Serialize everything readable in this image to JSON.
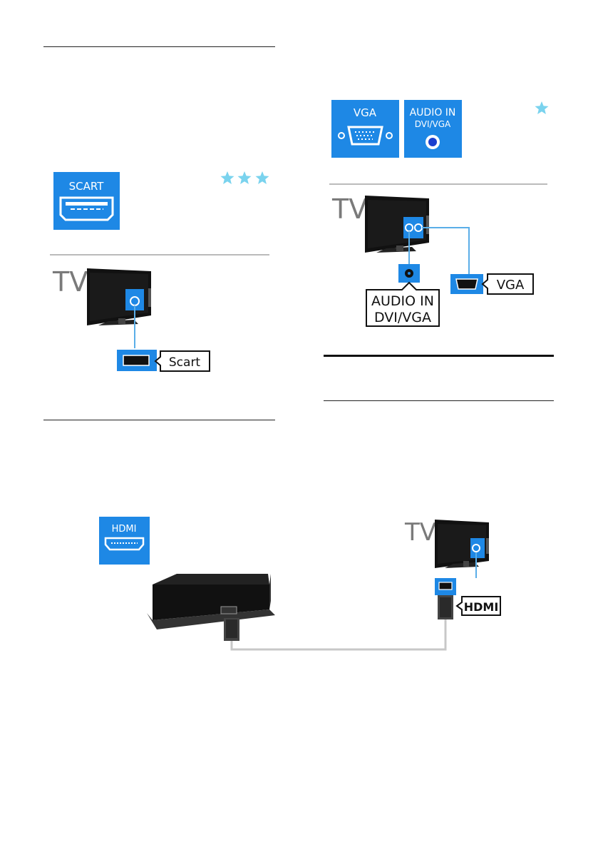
{
  "colors": {
    "connector_blue": "#1e88e5",
    "cable": "#5aaee8",
    "star": "#7ad3ee",
    "tv_label": "#7a7a7a",
    "hdmi_cable": "#c8c8c8"
  },
  "scart": {
    "port_icon_label": "SCART",
    "stars": 3,
    "tv_label": "TV",
    "connector_label": "Scart"
  },
  "vga": {
    "vga_icon_label": "VGA",
    "audio_icon_line1": "AUDIO IN",
    "audio_icon_line2": "DVI/VGA",
    "stars": 1,
    "tv_label": "TV",
    "audio_callout_line1": "AUDIO IN",
    "audio_callout_line2": "DVI/VGA",
    "vga_callout": "VGA"
  },
  "hdmi": {
    "port_icon_label": "HDMI",
    "tv_label": "TV",
    "connector_label": "HDMI"
  }
}
